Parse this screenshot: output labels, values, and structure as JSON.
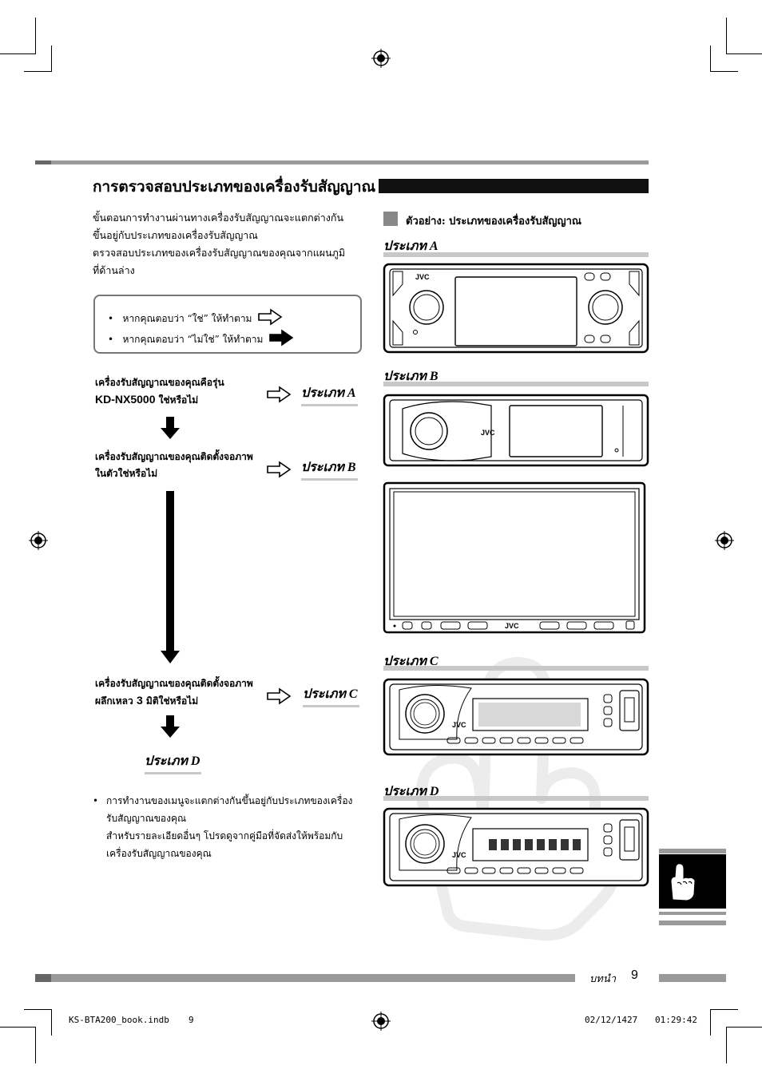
{
  "section_title": "การตรวจสอบประเภทของเครื่องรับสัญญาณ",
  "intro": {
    "line1": "ขั้นตอนการทำงานผ่านทางเครื่องรับสัญญาณจะแตกต่างกัน",
    "line2": "ขึ้นอยู่กับประเภทของเครื่องรับสัญญาณ",
    "line3": "ตรวจสอบประเภทของเครื่องรับสัญญาณของคุณจากแผนภูมิ",
    "line4": "ที่ด้านล่าง"
  },
  "legend": {
    "yes": "หากคุณตอบว่า “ใช่” ให้ทำตาม",
    "no": "หากคุณตอบว่า “ไม่ใช่” ให้ทำตาม"
  },
  "flow": {
    "q1_line1": "เครื่องรับสัญญาณของคุณคือรุ่น",
    "q1_model": "KD-NX5000",
    "q1_tail": "ใช่หรือไม่",
    "q2_line1": "เครื่องรับสัญญาณของคุณติดตั้งจอภาพ",
    "q2_line2": "ในตัวใช่หรือไม่",
    "q3_line1": "เครื่องรับสัญญาณของคุณติดตั้งจอภาพ",
    "q3_pre": "ผลึกเหลว ",
    "q3_num": "3",
    "q3_post": " มิติใช่หรือไม่",
    "result_a": "ประเภท A",
    "result_b": "ประเภท B",
    "result_c": "ประเภท C",
    "result_d": "ประเภท D"
  },
  "note": {
    "bullet": "•",
    "line1": "การทำงานของเมนูจะแตกต่างกันขึ้นอยู่กับประเภทของเครื่อง",
    "line2": "รับสัญญาณของคุณ",
    "line3": "สำหรับรายละเอียดอื่นๆ โปรดดูจากคู่มือที่จัดส่งให้พร้อมกับ",
    "line4": "เครื่องรับสัญญาณของคุณ"
  },
  "examples": {
    "heading": "ตัวอย่าง: ประเภทของเครื่องรับสัญญาณ",
    "type_a": "ประเภท A",
    "type_b": "ประเภท B",
    "type_c": "ประเภท C",
    "type_d": "ประเภท D",
    "brand": "JVC"
  },
  "footer": {
    "section": "บทนำ",
    "page_number": "9",
    "file_name": "KS-BTA200_book.indb",
    "file_page": "9",
    "date": "02/12/1427",
    "time": "01:29:42"
  },
  "colors": {
    "rule_gray": "#9a9a9a",
    "light_gray": "#c8c8c8",
    "black": "#000000"
  }
}
